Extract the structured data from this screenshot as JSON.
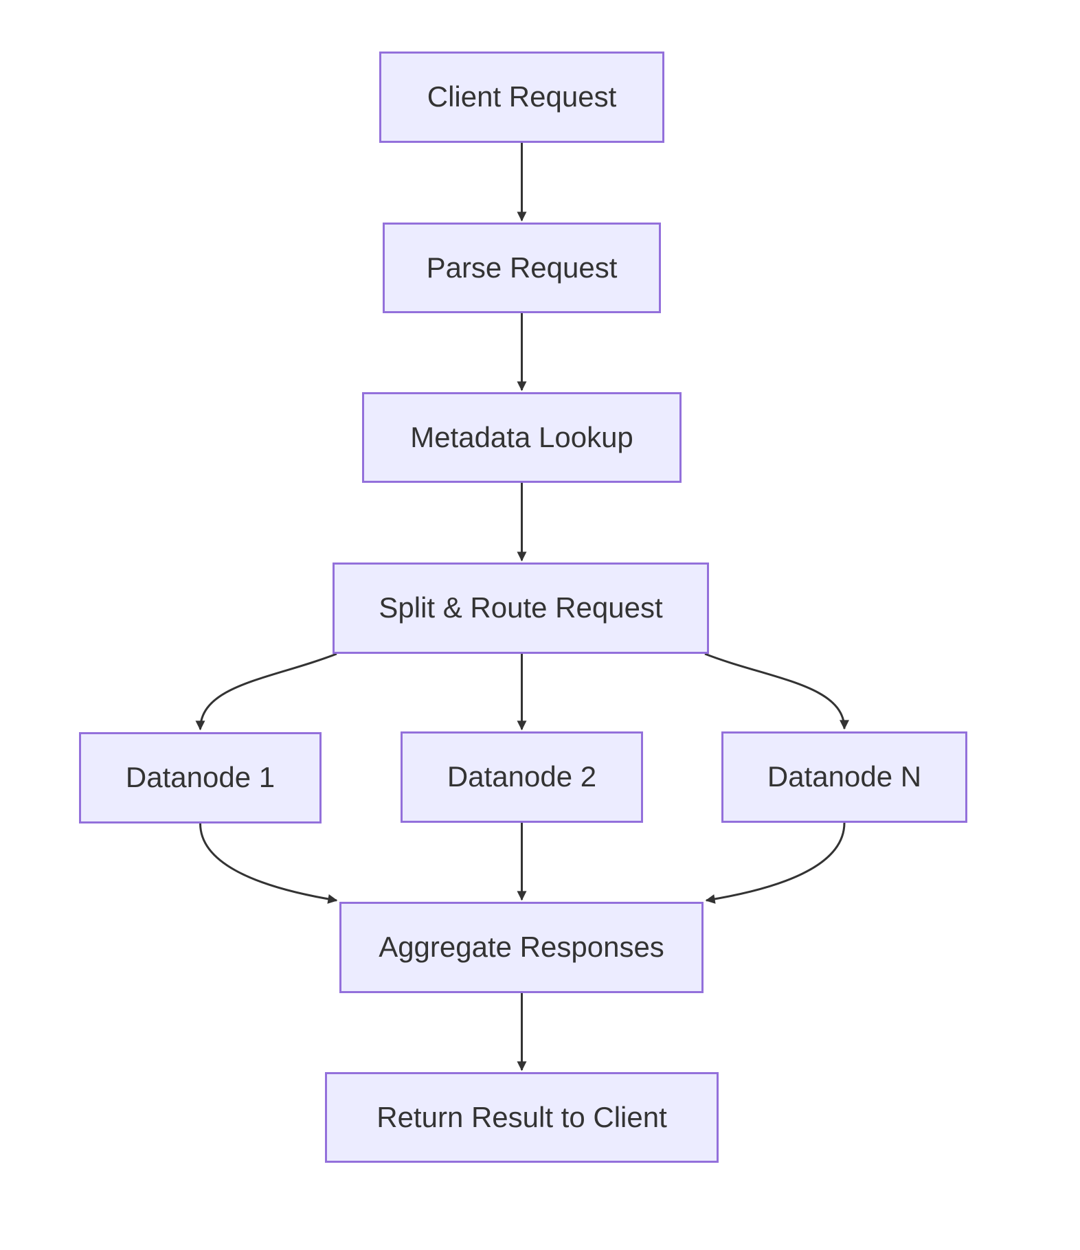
{
  "diagram": {
    "type": "flowchart",
    "direction": "top-down",
    "colors": {
      "node_fill": "#ECECFF",
      "node_border": "#9370DB",
      "text": "#333333",
      "edge": "#333333",
      "background": "#FFFFFF"
    },
    "nodes": {
      "client_request": {
        "label": "Client Request"
      },
      "parse_request": {
        "label": "Parse Request"
      },
      "metadata_lookup": {
        "label": "Metadata Lookup"
      },
      "split_route": {
        "label": "Split & Route Request"
      },
      "datanode_1": {
        "label": "Datanode 1"
      },
      "datanode_2": {
        "label": "Datanode 2"
      },
      "datanode_n": {
        "label": "Datanode N"
      },
      "aggregate": {
        "label": "Aggregate Responses"
      },
      "return_result": {
        "label": "Return Result to Client"
      }
    },
    "edges": [
      {
        "from": "client_request",
        "to": "parse_request"
      },
      {
        "from": "parse_request",
        "to": "metadata_lookup"
      },
      {
        "from": "metadata_lookup",
        "to": "split_route"
      },
      {
        "from": "split_route",
        "to": "datanode_1"
      },
      {
        "from": "split_route",
        "to": "datanode_2"
      },
      {
        "from": "split_route",
        "to": "datanode_n"
      },
      {
        "from": "datanode_1",
        "to": "aggregate"
      },
      {
        "from": "datanode_2",
        "to": "aggregate"
      },
      {
        "from": "datanode_n",
        "to": "aggregate"
      },
      {
        "from": "aggregate",
        "to": "return_result"
      }
    ]
  }
}
